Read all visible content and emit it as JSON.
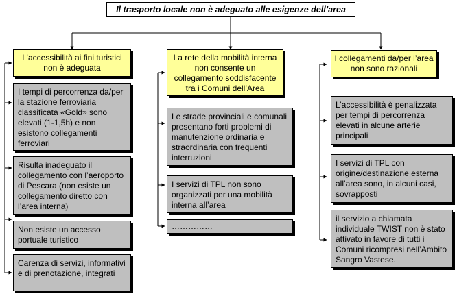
{
  "title": "Il trasporto locale non è adeguato alle esigenze dell’area",
  "columns": [
    {
      "header": "L’accessibilità ai fini turistici non è  adeguata",
      "items": [
        "I tempi di percorrenza da/per la stazione ferroviaria classificata «Gold» sono elevati (1-1,5h) e non esistono collegamenti ferroviari",
        "Risulta inadeguato il collegamento con l’aeroporto di Pescara (non esiste un collegamento diretto con l’area interna)",
        "Non esiste un accesso portuale turistico",
        "Carenza di servizi, informativi e di prenotazione, integrati"
      ]
    },
    {
      "header": "La rete della mobilità interna non consente un collegamento soddisfacente tra i Comuni dell’Area",
      "items": [
        "Le strade provinciali e comunali presentano forti problemi di manutenzione ordinaria e straordinaria con frequenti interruzioni",
        "I servizi di TPL non sono organizzati per una mobilità interna all’area",
        "……………"
      ]
    },
    {
      "header": "I collegamenti da/per l’area non sono razionali",
      "items": [
        "L’accessibilità è penalizzata per tempi di percorrenza elevati in alcune arterie principali",
        "I servizi di TPL con origine/destinazione esterna all’area sono, in alcuni casi, sovrapposti",
        "il servizio a chiamata individuale TWIST non è stato attivato in favore di tutti i Comuni ricompresi nell’Ambito Sangro Vastese."
      ]
    }
  ]
}
